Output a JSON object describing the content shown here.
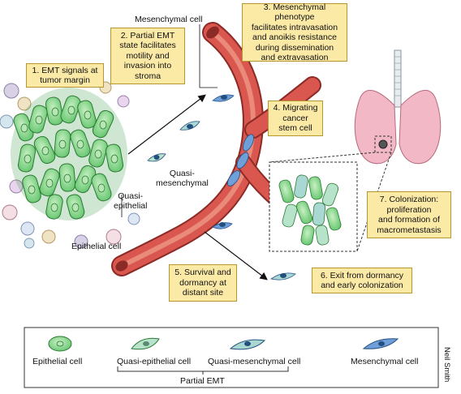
{
  "steps": {
    "s1": "1. EMT signals at\ntumor margin",
    "s2": "2. Partial EMT\nstate facilitates\nmotility and\ninvasion into\nstroma",
    "s3": "3. Mesenchymal phenotype\nfacilitates intravasation\nand anoikis resistance\nduring dissemination\nand extravasation",
    "s4": "4. Migrating\ncancer\nstem cell",
    "s5": "5. Survival and\ndormancy at\ndistant site",
    "s6": "6. Exit from dormancy\nand early colonization",
    "s7": "7. Colonization:\nproliferation\nand formation of\nmacrometastasis"
  },
  "labels": {
    "mesenchymal_cell": "Mesenchymal cell",
    "quasi_mesenchymal": "Quasi-\nmesenchymal",
    "quasi_epithelial": "Quasi-\nepithelial",
    "epithelial_cell": "Epithelial cell"
  },
  "legend": {
    "items": [
      "Epithelial cell",
      "Quasi-epithelial cell",
      "Quasi-mesenchymal cell",
      "Mesenchymal cell"
    ],
    "group_label": "Partial EMT"
  },
  "credit": "Neil Smith",
  "colors": {
    "box_fill": "#fbe9a6",
    "epithelial": "#7ed47e",
    "quasi_epithelial": "#b6e3c9",
    "quasi_mesenchymal": "#a9d7d2",
    "mesenchymal": "#6f9fd8",
    "vessel": "#d9574e",
    "lung": "#f2b8c6"
  }
}
